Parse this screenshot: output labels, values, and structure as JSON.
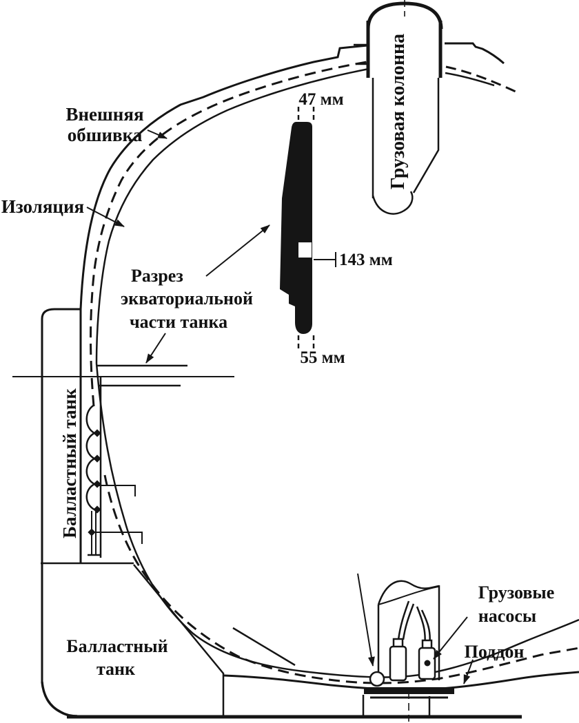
{
  "diagram": {
    "description": "Cross-section of spherical LNG cargo tank (Moss type) on a gas carrier",
    "colors": {
      "ink": "#151515",
      "paper": "#ffffff"
    },
    "labels": {
      "outer_plating_line1": "Внешняя",
      "outer_plating_line2": "обшивка",
      "insulation": "Изоляция",
      "equatorial_section_line1": "Разрез",
      "equatorial_section_line2": "экваториальной",
      "equatorial_section_line3": "части танка",
      "cargo_column": "Грузовая колонна",
      "ballast_tank_side": "Балластный танк",
      "ballast_tank_bottom_line1": "Балластный",
      "ballast_tank_bottom_line2": "танк",
      "cargo_pumps_line1": "Грузовые",
      "cargo_pumps_line2": "насосы",
      "drip_tray": "Поддон"
    },
    "dimensions": {
      "top_width": "47 мм",
      "mid_width": "143 мм",
      "bottom_width": "55 мм"
    }
  }
}
